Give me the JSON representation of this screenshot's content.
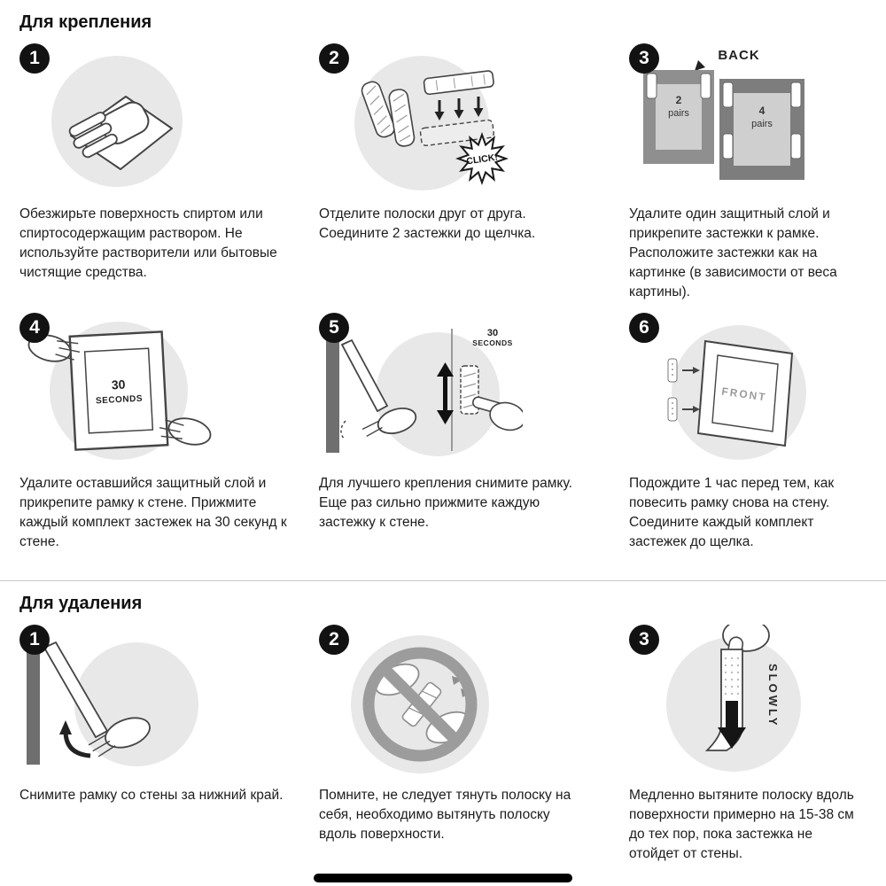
{
  "doc": {
    "sections": [
      {
        "title": "Для крепления",
        "steps": [
          {
            "num": "1",
            "text": "Обезжирьте поверхность спиртом или спиртосодержащим раствором. Не используйте растворители или бытовые чистящие средства."
          },
          {
            "num": "2",
            "text": "Отделите полоски друг от друга. Соедините 2 застежки до щелчка.",
            "labels": {
              "click": "CLICK!"
            }
          },
          {
            "num": "3",
            "text": "Удалите один защитный слой и прикрепите застежки к рамке. Расположите застежки как на картинке (в зависимости от веса картины).",
            "labels": {
              "back": "BACK",
              "small_count": "2",
              "small_word": "pairs",
              "large_count": "4",
              "large_word": "pairs"
            }
          },
          {
            "num": "4",
            "text": "Удалите оставшийся защитный слой и прикрепите рамку к стене. Прижмите каждый комплект застежек на 30 секунд к стене.",
            "labels": {
              "seconds_value": "30",
              "seconds_word": "SECONDS"
            }
          },
          {
            "num": "5",
            "text": "Для лучшего крепления снимите рамку. Еще раз сильно прижмите каждую застежку к стене.",
            "labels": {
              "seconds_value": "30",
              "seconds_word": "SECONDS"
            }
          },
          {
            "num": "6",
            "text": "Подождите 1 час перед тем, как повесить рамку снова на стену. Соедините каждый комплект застежек до щелка.",
            "labels": {
              "front": "FRONT"
            }
          }
        ]
      },
      {
        "title": "Для удаления",
        "steps": [
          {
            "num": "1",
            "text": "Снимите рамку со стены за нижний край."
          },
          {
            "num": "2",
            "text": "Помните, не следует тянуть полоску на себя, необходимо вытянуть полоску вдоль поверхности."
          },
          {
            "num": "3",
            "text": "Медленно вытяните полоску вдоль поверхности примерно на 15-38 см до тех пор, пока застежка не отойдет от стены.",
            "labels": {
              "slowly": "SLOWLY"
            }
          }
        ]
      }
    ]
  },
  "colors": {
    "badge": "#121212",
    "circle_bg": "#e8e8e8",
    "frame_grey": "#8f8f8f",
    "divider": "#c9c9c9"
  }
}
